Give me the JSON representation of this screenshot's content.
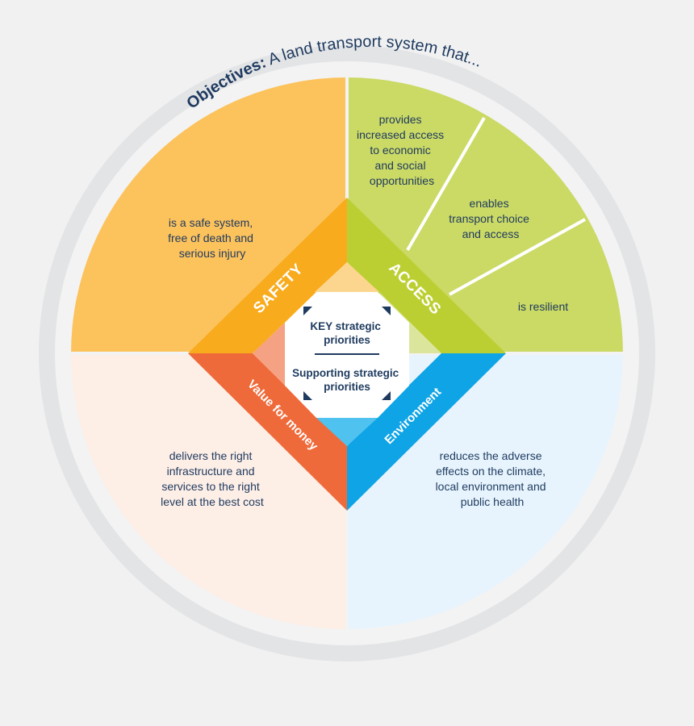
{
  "objectives": {
    "label": "Objectives:",
    "text": " A land transport system that..."
  },
  "quadrants": {
    "safety": {
      "band_label": "SAFETY",
      "lines": [
        "is a safe system,",
        "free of death and",
        "serious injury"
      ]
    },
    "access": {
      "band_label": "ACCESS",
      "segments": [
        {
          "lines": [
            "provides",
            "increased access",
            "to economic",
            "and social",
            "opportunities"
          ]
        },
        {
          "lines": [
            "enables",
            "transport choice",
            "and access"
          ]
        },
        {
          "lines": [
            "is resilient"
          ]
        }
      ]
    },
    "value_for_money": {
      "band_label": "Value for money",
      "lines": [
        "delivers the right",
        "infrastructure and",
        "services to the right",
        "level at the best cost"
      ]
    },
    "environment": {
      "band_label": "Environment",
      "lines": [
        "reduces the adverse",
        "effects on the climate,",
        "local environment and",
        "public health"
      ]
    }
  },
  "center": {
    "key_lines": [
      "KEY strategic",
      "priorities"
    ],
    "supporting_lines": [
      "Supporting strategic",
      "priorities"
    ]
  },
  "colors": {
    "background": "#f1f1f1",
    "ring": "#e3e4e6",
    "safety_fill": "#fcc25c",
    "safety_band": "#f8ab1c",
    "access_fill": "#cbd965",
    "access_band": "#bccf32",
    "value_fill": "#fdeee6",
    "value_band": "#ef6a3a",
    "environment_fill": "#e7f4fd",
    "environment_band": "#0fa4e6",
    "text_dark": "#1e3a5f"
  }
}
